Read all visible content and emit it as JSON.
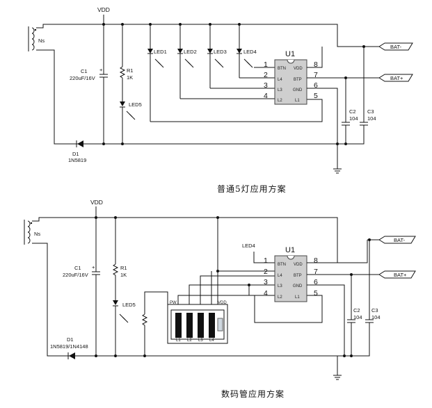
{
  "caption_top": "普通5灯应用方案",
  "caption_bottom": "数码管应用方案",
  "labels": {
    "vdd": "VDD",
    "ns": "Ns",
    "c1_ref": "C1",
    "c1_val": "220uF/16V",
    "r1_ref": "R1",
    "r1_val": "1K",
    "d1_ref": "D1",
    "d1_val_top": "1N5819",
    "d1_val_bottom": "1N5819/1N4148",
    "led1": "LED1",
    "led2": "LED2",
    "led3": "LED3",
    "led4": "LED4",
    "led5": "LED5",
    "c2_ref": "C2",
    "c2_val": "104",
    "c3_ref": "C3",
    "c3_val": "104",
    "u1": "U1",
    "bat_minus": "BAT-",
    "bat_plus": "BAT+",
    "plus": "+",
    "pw": "PW",
    "disp_vdd": "VDD",
    "l1": "L1",
    "l2": "L2",
    "l3": "L3",
    "l4": "L4"
  },
  "ic": {
    "left_pins": [
      {
        "num": "1",
        "name": "BTN"
      },
      {
        "num": "2",
        "name": "L4"
      },
      {
        "num": "3",
        "name": "L3"
      },
      {
        "num": "4",
        "name": "L2"
      }
    ],
    "right_pins": [
      {
        "num": "8",
        "name": "VDD"
      },
      {
        "num": "7",
        "name": "BTP"
      },
      {
        "num": "6",
        "name": "GND"
      },
      {
        "num": "5",
        "name": "L1"
      }
    ]
  }
}
